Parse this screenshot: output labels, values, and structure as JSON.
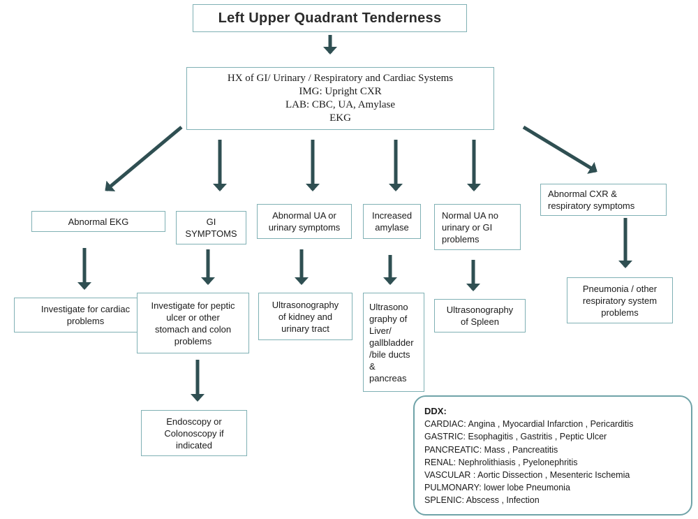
{
  "title": "Left Upper Quadrant Tenderness",
  "initial": {
    "lines": [
      "HX of GI/ Urinary / Respiratory and Cardiac  Systems",
      "IMG: Upright CXR",
      "LAB: CBC, UA, Amylase",
      "EKG"
    ]
  },
  "branches": [
    {
      "finding": "Abnormal EKG",
      "action": "Investigate  for cardiac\nproblems"
    },
    {
      "finding": "GI\nSYMPTOMS",
      "action": "Investigate for peptic\nulcer or other\nstomach  and colon\nproblems",
      "followup": "Endoscopy or\nColonoscopy if\nindicated"
    },
    {
      "finding": "Abnormal UA or\nurinary symptoms",
      "action": "Ultrasonography\nof kidney and\nurinary tract"
    },
    {
      "finding": "Increased\namylase",
      "action": "Ultrasono\ngraphy of\nLiver/\ngallbladder\n/bile ducts\n&\npancreas"
    },
    {
      "finding": "Normal UA no\nurinary  or GI\nproblems",
      "action": "Ultrasonography\nof Spleen"
    },
    {
      "finding": "Abnormal CXR  &\nrespiratory symptoms",
      "action": "Pneumonia / other\nrespiratory system\nproblems"
    }
  ],
  "ddx": {
    "heading": "DDX:",
    "lines": [
      "CARDIAC: Angina , Myocardial Infarction , Pericarditis",
      "GASTRIC: Esophagitis , Gastritis , Peptic Ulcer",
      "PANCREATIC: Mass , Pancreatitis",
      "RENAL: Nephrolithiasis , Pyelonephritis",
      "VASCULAR : Aortic Dissection , Mesenteric Ischemia",
      "PULMONARY: lower lobe Pneumonia",
      "SPLENIC: Abscess , Infection"
    ]
  },
  "colors": {
    "arrow": "#2f4f52",
    "box_border": "#7fb0b4",
    "ddx_border": "#6fa3a8"
  }
}
